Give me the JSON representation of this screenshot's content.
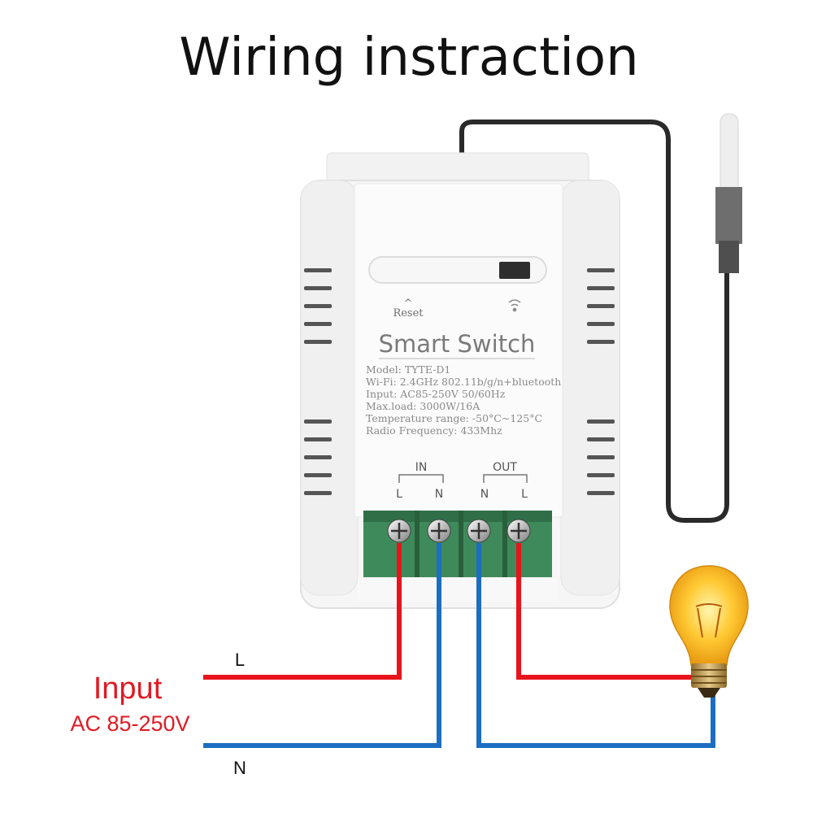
{
  "title": "Wiring instraction",
  "device": {
    "brand": "Smart Switch",
    "reset_label": "Reset",
    "reset_arrow": "^",
    "specs": [
      "Model: TYTE-D1",
      "Wi-Fi: 2.4GHz 802.11b/g/n+bluetooth",
      "Input: AC85-250V 50/60Hz",
      "Max.load: 3000W/16A",
      "Temperature range: -50°C~125°C",
      "Radio Frequency: 433Mhz"
    ],
    "terminal_groups": {
      "in": "IN",
      "out": "OUT"
    },
    "terminals": [
      "L",
      "N",
      "N",
      "L"
    ]
  },
  "wiring": {
    "live_label": "L",
    "neutral_label": "N",
    "input_label": "Input",
    "input_range": "AC 85-250V",
    "live_color": "#e8141c",
    "neutral_color": "#1b6ec2"
  },
  "icons": [
    "wifi-icon",
    "temperature-probe-icon",
    "light-bulb-icon",
    "terminal-screw-icon"
  ]
}
